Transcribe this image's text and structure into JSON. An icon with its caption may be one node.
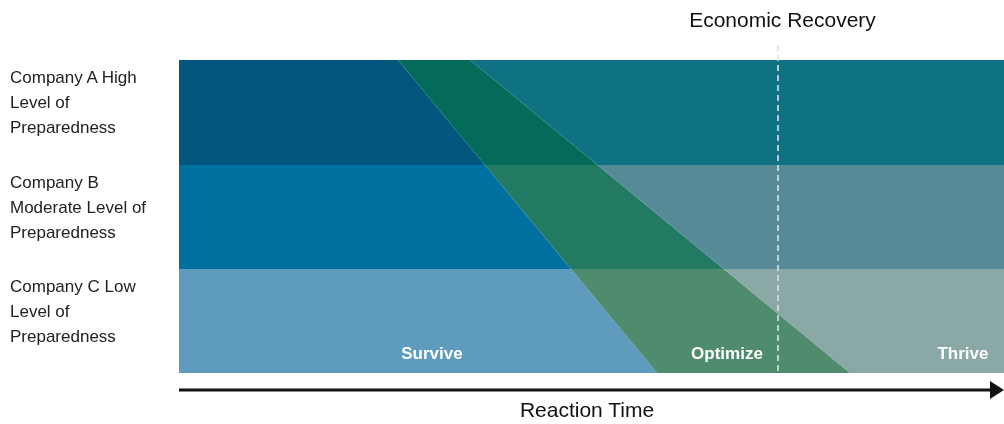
{
  "diagram": {
    "title": "Economic Recovery",
    "nodes": [
      {
        "text": [
          "Company A High Level of Preparedness"
        ]
      },
      {
        "text": [
          "Company B Moderate Level of Preparedness"
        ]
      },
      {
        "text": [
          "Company C Low Level of Preparedness"
        ]
      }
    ],
    "labels": [
      "Survive",
      "Optimize",
      "Thrive",
      "Reaction Time"
    ]
  }
}
